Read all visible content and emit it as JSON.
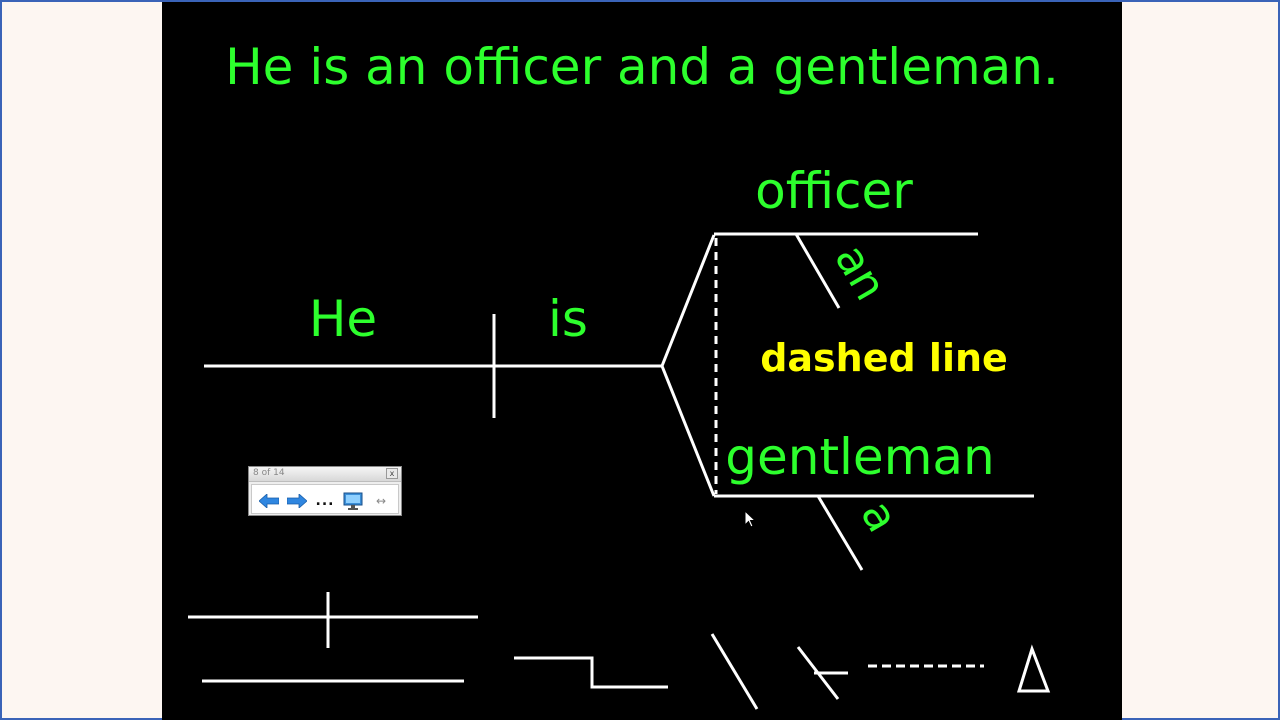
{
  "slide": {
    "title": "He is an officer and a gentleman.",
    "subject": "He",
    "verb": "is",
    "complement_top": "officer",
    "modifier_top": "an",
    "complement_bottom": "gentleman",
    "modifier_bottom": "a",
    "callout": "dashed line",
    "colors": {
      "background": "#000000",
      "text": "#2dff2d",
      "lines": "#ffffff",
      "callout": "#ffff00"
    }
  },
  "toolbar": {
    "counter": "8 of 14",
    "close_label": "x",
    "more_label": "...",
    "icons": [
      "left-arrow-icon",
      "right-arrow-icon",
      "more-icon",
      "monitor-icon",
      "resize-icon"
    ]
  }
}
